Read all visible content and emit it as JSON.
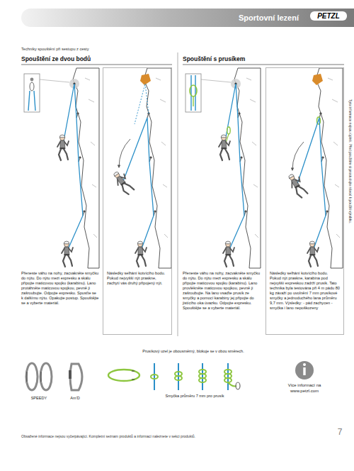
{
  "diagram": {
    "title": "Techniky spouštění při sestupu z cesty",
    "nodes": [
      {
        "text": [
          "Sportovní lezení"
        ]
      },
      {
        "text": [
          "Následky selhání kotvícího bodu. Pokud nejvyšší nýt praskne, zachytí vás druhý připojený nýt."
        ]
      },
      {
        "text": [
          "Následky selhání kotvícího bodu. Pokud nýt praskne, karabina pod nejvyšší expreskou zadrží prusík. Tato technika byla testována při 4 m pádu 80 kg závaží po uvolnění 7 mm prusíkové smyčky a jednoduchého lana průměru 9,7 mm. Výsledky: - pád zachycen - smyčka i lano nepoškozeny"
        ]
      }
    ],
    "labels": [
      "PETZL",
      "Spouštění ze dvou bodů",
      "Spouštění s prusíkem",
      "Přeneste váhu na nohy, zacvakněte smyčku do nýtu. Do nýtu mezi expresku a skálu připojte maticovou spojku (karabinu). Lano protáhněte maticovou spojkou, pevně ji zašroubujte. Odpojte expresku. Spusťte se k dalšímu nýtu. Opakujte postup. Spouštějte se a vyberte materiál.",
      "Přeneste váhu na nohy, zacvakněte smyčku do nýtu. Do nýtu mezi expresku a skálu připojte maticovou spojku (karabinu). Lano provlékněte maticovou spojkou, pevně ji zašroubujte. Na lano vsaďte prusík ze smyčky a pomocí karabiny jej připojte do jistícího oka úvazku. Odpojte expresku. Spouštějte se a vyberte materiál.",
      "SPEEDY",
      "Am'D",
      "Prusíkový uzel je obousměrný, blokuje se v obou směrech.",
      "Smyčka průměru 7 mm pro prusík",
      "Více informací na www.petzl.com",
      "7",
      "Obsažené informace nejsou vyčerpávající. Kompletní seznam produktů a informací naleznete v sekci produktů.",
      "Tyto informace nejsou úplné. Před použitím si prostudujte návod k použití výrobku."
    ]
  }
}
